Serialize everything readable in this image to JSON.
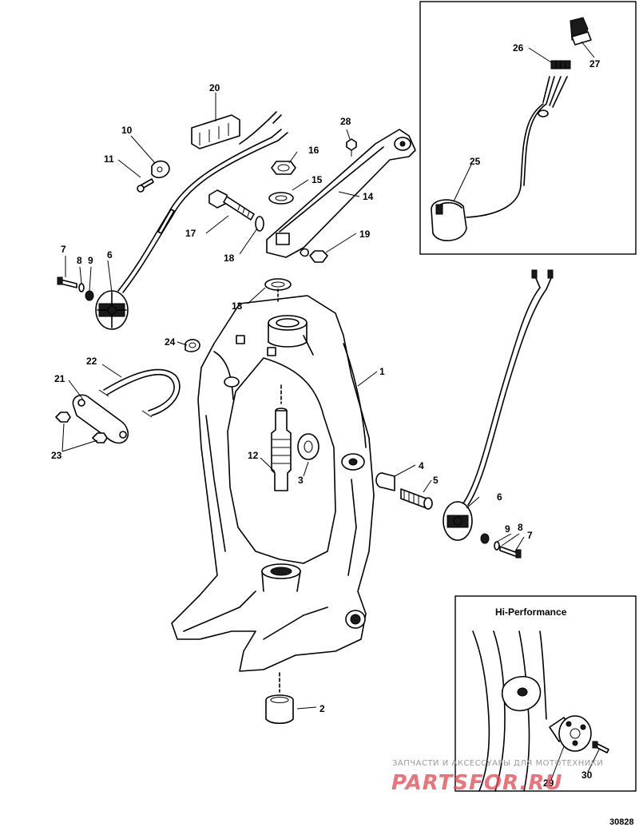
{
  "inset_title": "Hi-Performance",
  "figure_number": "30828",
  "watermark": {
    "top_text": "ЗАПЧАСТИ И АКСЕССУАРЫ ДЛЯ МОТОТЕХНИКИ",
    "logo_text": "PARTSFOR.RU"
  },
  "callouts": {
    "c1": "1",
    "c2": "2",
    "c3": "3",
    "c4": "4",
    "c5": "5",
    "c6a": "6",
    "c6b": "6",
    "c7a": "7",
    "c7b": "7",
    "c8a": "8",
    "c8b": "8",
    "c9a": "9",
    "c9b": "9",
    "c10": "10",
    "c11": "11",
    "c12": "12",
    "c13": "13",
    "c14": "14",
    "c15": "15",
    "c16": "16",
    "c17": "17",
    "c18": "18",
    "c19": "19",
    "c20": "20",
    "c21": "21",
    "c22": "22",
    "c23": "23",
    "c24": "24",
    "c25": "25",
    "c26": "26",
    "c27": "27",
    "c28": "28",
    "c29": "29",
    "c30": "30"
  },
  "colors": {
    "line": "#000000",
    "watermark_logo": "#e64b55",
    "watermark_text": "#9a9a9a"
  }
}
